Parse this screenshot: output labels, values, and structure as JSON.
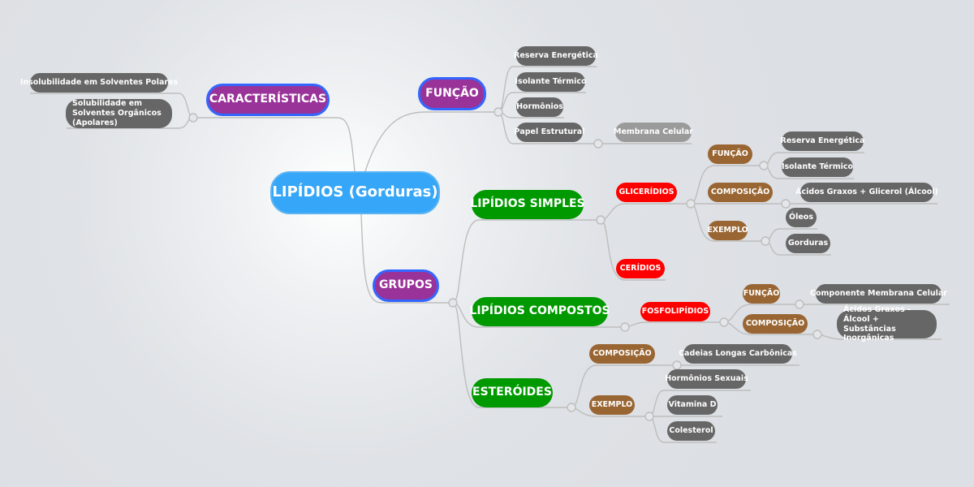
{
  "root": "LIPÍDIOS (Gorduras)",
  "caracteristicas": {
    "label": "CARACTERÍSTICAS",
    "items": [
      "Insolubilidade em Solventes Polares",
      "Solubilidade em Solventes Orgânicos (Apolares)"
    ]
  },
  "funcao": {
    "label": "FUNÇÃO",
    "items": [
      "Reserva Energética",
      "Isolante Térmico",
      "Hormônios",
      "Papel Estrutural"
    ],
    "papel_child": "Membrana Celular"
  },
  "grupos": {
    "label": "GRUPOS",
    "simples": {
      "label": "LIPÍDIOS SIMPLES",
      "gliceridios": {
        "label": "GLICERÍDIOS",
        "funcao": {
          "label": "FUNÇÃO",
          "items": [
            "Reserva Energética",
            "Isolante Térmico"
          ]
        },
        "composicao": {
          "label": "COMPOSIÇÃO",
          "items": [
            "Ácidos Graxos + Glicerol (Álcool)"
          ]
        },
        "exemplo": {
          "label": "EXEMPLO",
          "items": [
            "Óleos",
            "Gorduras"
          ]
        }
      },
      "ceridios": "CERÍDIOS"
    },
    "compostos": {
      "label": "LIPÍDIOS COMPOSTOS",
      "fosfolipidios": {
        "label": "FOSFOLIPÍDIOS",
        "funcao": {
          "label": "FUNÇÃO",
          "items": [
            "Componente Membrana Celular"
          ]
        },
        "composicao": {
          "label": "COMPOSIÇÃO",
          "items": [
            "Ácidos Graxos - Álcool + Substâncias Inorgânicas"
          ]
        }
      }
    },
    "esteroides": {
      "label": "ESTERÓIDES",
      "composicao": {
        "label": "COMPOSIÇÃO",
        "items": [
          "Cadeias Longas Carbônicas"
        ]
      },
      "exemplo": {
        "label": "EXEMPLO",
        "items": [
          "Hormônios Sexuais",
          "Vitamina D",
          "Colesterol"
        ]
      }
    }
  },
  "colors": {
    "root": "#36a6f8",
    "main": "#993399",
    "main_border": "#3366ff",
    "group": "#009900",
    "type": "#ff0000",
    "sub": "#996633",
    "leaf": "#666666",
    "line": "#bbbbbb"
  }
}
